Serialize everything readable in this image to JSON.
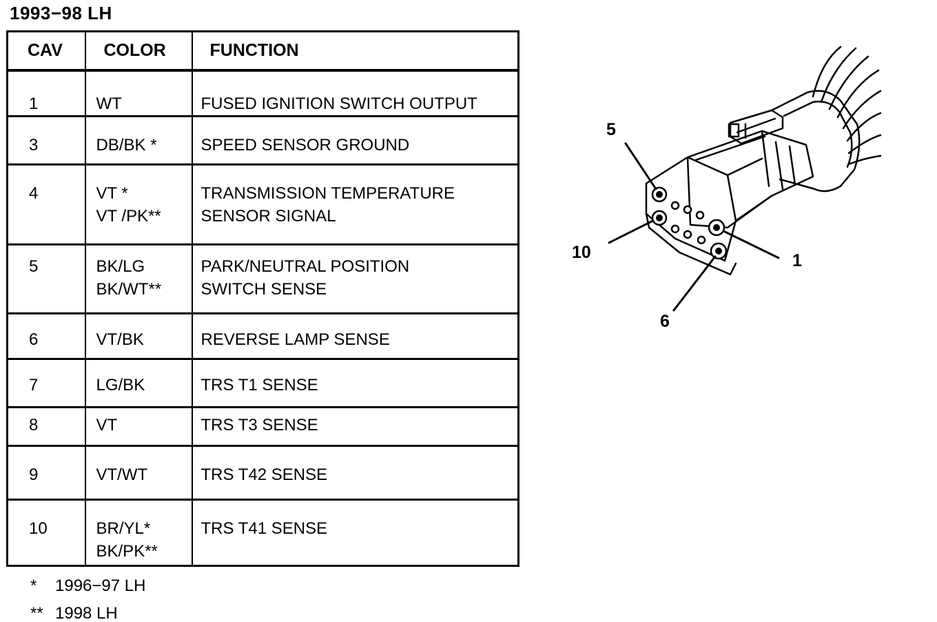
{
  "title": "1993−98 LH",
  "table": {
    "headers": {
      "cav": "CAV",
      "color": "COLOR",
      "function": "FUNCTION"
    },
    "rows": [
      {
        "cav": "1",
        "color": [
          "WT"
        ],
        "function": [
          "FUSED IGNITION SWITCH OUTPUT"
        ]
      },
      {
        "cav": "3",
        "color": [
          "DB/BK *"
        ],
        "function": [
          "SPEED SENSOR GROUND"
        ]
      },
      {
        "cav": "4",
        "color": [
          "VT *",
          "VT /PK**"
        ],
        "function": [
          "TRANSMISSION TEMPERATURE",
          "SENSOR SIGNAL"
        ]
      },
      {
        "cav": "5",
        "color": [
          "BK/LG",
          "BK/WT**"
        ],
        "function": [
          "PARK/NEUTRAL POSITION",
          "SWITCH SENSE"
        ]
      },
      {
        "cav": "6",
        "color": [
          "VT/BK"
        ],
        "function": [
          "REVERSE LAMP SENSE"
        ]
      },
      {
        "cav": "7",
        "color": [
          "LG/BK"
        ],
        "function": [
          "TRS T1 SENSE"
        ]
      },
      {
        "cav": "8",
        "color": [
          "VT"
        ],
        "function": [
          "TRS T3 SENSE"
        ]
      },
      {
        "cav": "9",
        "color": [
          "VT/WT"
        ],
        "function": [
          "TRS T42 SENSE"
        ]
      },
      {
        "cav": "10",
        "color": [
          "BR/YL*",
          "BK/PK**"
        ],
        "function": [
          "TRS T41 SENSE"
        ]
      }
    ]
  },
  "footnotes": [
    {
      "marker": "*",
      "text": "1996−97 LH"
    },
    {
      "marker": "**",
      "text": "1998 LH"
    }
  ],
  "connector": {
    "icon": "connector-illustration",
    "pin_labels": {
      "p5": "5",
      "p10": "10",
      "p1": "1",
      "p6": "6"
    }
  }
}
